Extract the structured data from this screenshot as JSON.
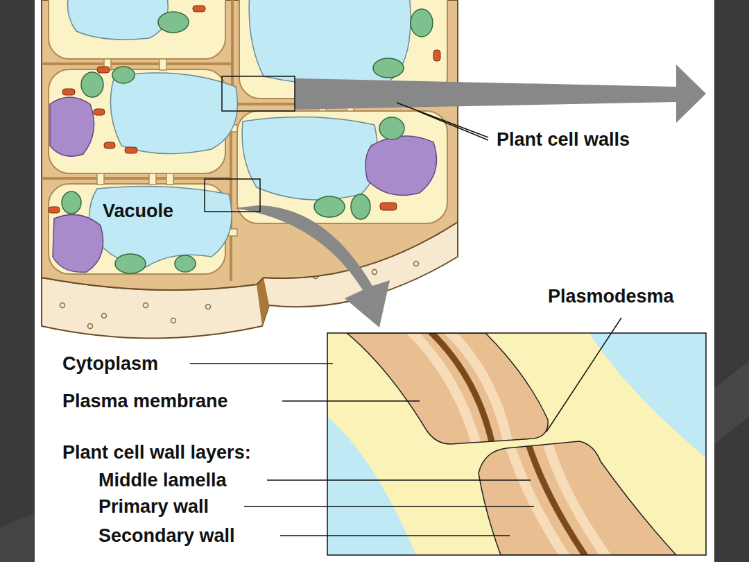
{
  "diagram": {
    "labels": [
      "Plant cell walls",
      "Vacuole",
      "Plasmodesma",
      "Cytoplasm",
      "Plasma membrane",
      "Plant cell wall layers:",
      "Middle lamella",
      "Primary wall",
      "Secondary wall"
    ]
  }
}
